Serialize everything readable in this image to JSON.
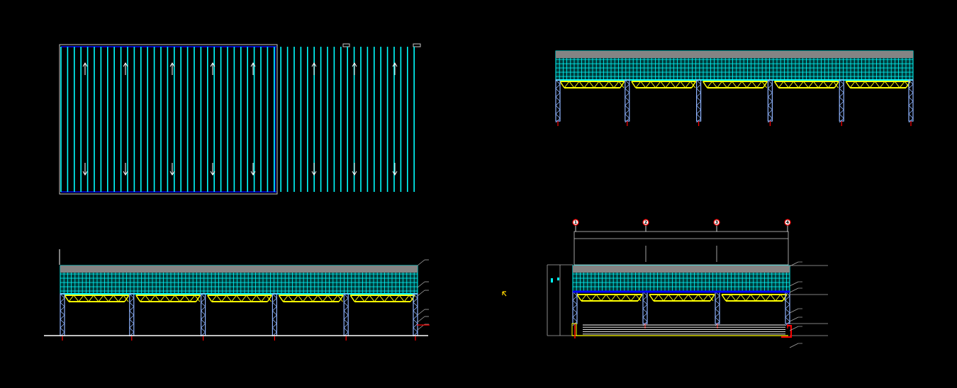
{
  "drawing": {
    "background": "#000000",
    "colors": {
      "sheeting": "#00ffff",
      "sheeting_edge": "#0000ff",
      "roof_texture": "#c8c8c8",
      "truss": "#ffff00",
      "column": "#8fb4ff",
      "ground": "#ffffff",
      "marker": "#ff0000",
      "grid_bubble": "#ffffff",
      "leader": "#aaaaaa",
      "outline": "#c8c8c8",
      "cursor": "#ffd700"
    },
    "views": [
      {
        "id": "roof-plan",
        "kind": "plan",
        "arrow_up_icon": "up-arrow-icon",
        "arrow_down_icon": "down-arrow-icon"
      },
      {
        "id": "front-elevation-top",
        "kind": "elevation",
        "bays": 5
      },
      {
        "id": "front-elevation-bottom",
        "kind": "elevation",
        "bays": 5
      },
      {
        "id": "side-elevation",
        "kind": "elevation",
        "bays": 3
      }
    ],
    "grid_bubbles": [
      "1",
      "2",
      "3",
      "4"
    ]
  }
}
